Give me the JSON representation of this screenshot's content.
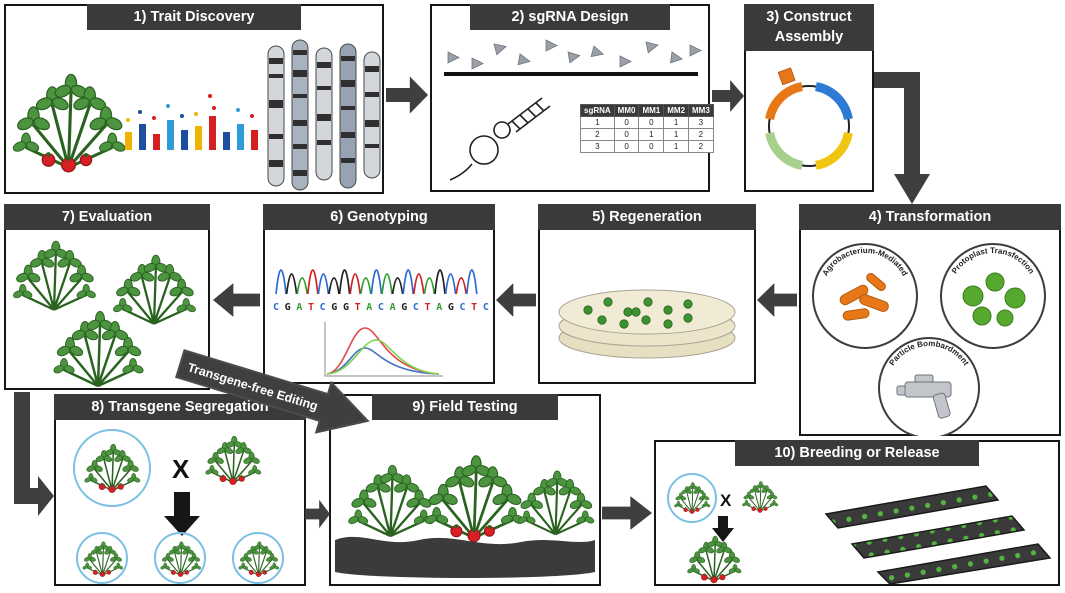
{
  "palette": {
    "header_bg": "#3a3a3a",
    "header_text": "#ffffff",
    "arrow": "#3f3f3f",
    "transgene_arrow_fill": "#ababab",
    "transgene_arrow_border": "#4c4c4c",
    "selection_circle": "#7bc0e4",
    "base_colors": {
      "A": "#2f9e2f",
      "C": "#2b6cd4",
      "G": "#222222",
      "T": "#d42121"
    }
  },
  "steps": {
    "s1": {
      "label": "1) Trait Discovery"
    },
    "s2": {
      "label": "2) sgRNA Design"
    },
    "s3": {
      "label": "3) Construct Assembly"
    },
    "s4": {
      "label": "4) Transformation",
      "methods": [
        "Agrobacterium-Mediated",
        "Protoplast Transfection",
        "Particle Bombardment"
      ]
    },
    "s5": {
      "label": "5) Regeneration"
    },
    "s6": {
      "label": "6) Genotyping",
      "sequence": "CGATCGGTACAGCTAGCTC"
    },
    "s7": {
      "label": "7) Evaluation"
    },
    "s8": {
      "label": "8) Transgene Segregation",
      "cross": "X"
    },
    "s9": {
      "label": "9) Field Testing"
    },
    "s10": {
      "label": "10) Breeding or Release",
      "cross": "X"
    }
  },
  "sgrna_table": {
    "headers": [
      "sgRNA",
      "MM0",
      "MM1",
      "MM2",
      "MM3"
    ],
    "rows": [
      [
        "1",
        "0",
        "0",
        "1",
        "3"
      ],
      [
        "2",
        "0",
        "1",
        "1",
        "2"
      ],
      [
        "3",
        "0",
        "0",
        "1",
        "2"
      ]
    ]
  },
  "annotations": {
    "transgene_free": "Transgene-free Editing"
  }
}
